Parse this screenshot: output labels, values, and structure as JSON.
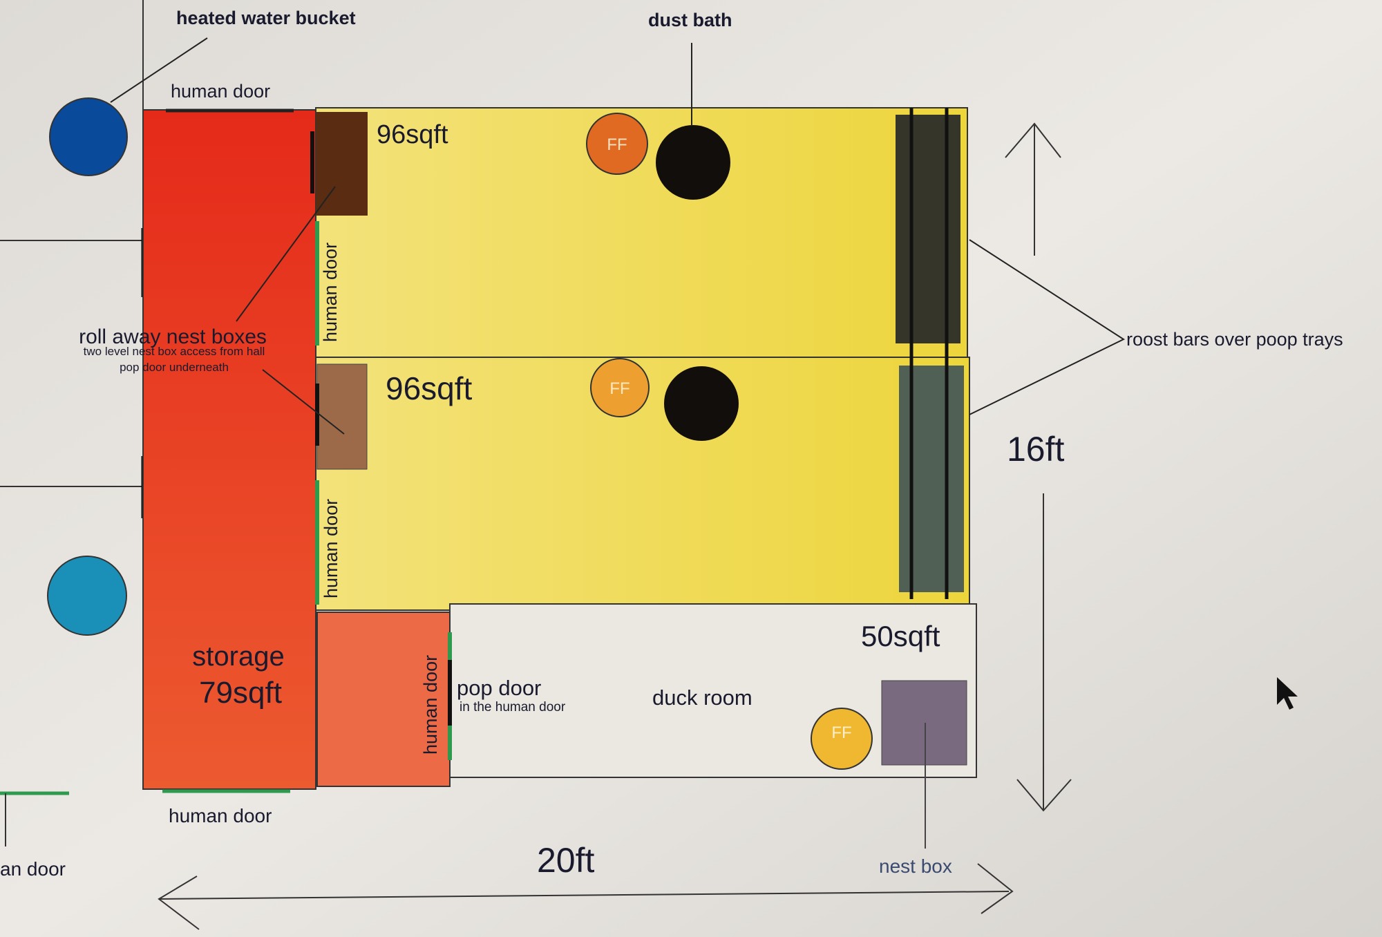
{
  "labels": {
    "water_bucket": "heated water bucket",
    "dust_bath": "dust bath",
    "human_door_top": "human door",
    "human_door_bottom": "human door",
    "human_door_corner": "an door",
    "human_door_v1": "human door",
    "human_door_v2": "human door",
    "human_door_v3": "human door",
    "room1_area": "96sqft",
    "room2_area": "96sqft",
    "duck_area": "50sqft",
    "storage_name": "storage",
    "storage_area": "79sqft",
    "nest_title": "roll away nest boxes",
    "nest_sub1": "two level nest box access from hall",
    "nest_sub2": "pop door underneath",
    "roost": "roost bars over poop trays",
    "height": "16ft",
    "width": "20ft",
    "pop_door": "pop door",
    "pop_door_sub": "in the human door",
    "duck_room": "duck room",
    "nest_box": "nest box",
    "ff1": "FF",
    "ff2": "FF",
    "ff3": "FF"
  },
  "colors": {
    "storage": "#e8401f",
    "yellow_room": "#f1dc5a",
    "hall": "#ec6a45",
    "duck_room": "#ebe8e2",
    "door": "#2e9a4e"
  }
}
